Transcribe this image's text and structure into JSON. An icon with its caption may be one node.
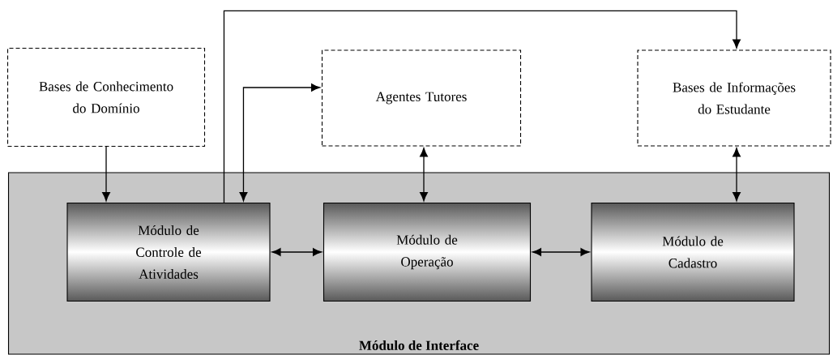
{
  "diagram": {
    "nodes": [
      {
        "text": [
          "Bases de Conhecimento do Domínio"
        ]
      },
      {
        "text": [
          "Agentes Tutores"
        ]
      },
      {
        "text": [
          "Bases de Informações do Estudante"
        ]
      },
      {
        "text": [
          "Módulo de Interface"
        ]
      },
      {
        "text": [
          "Módulo de Controle de Atividades"
        ],
        "in": 3
      },
      {
        "text": [
          "Módulo de Operação"
        ],
        "in": 3
      },
      {
        "text": [
          "Módulo de Cadastro"
        ],
        "in": 3
      }
    ],
    "edges": [
      {
        "from": 0,
        "to": 4,
        "arrow": "to"
      },
      {
        "from": 4,
        "to": 1,
        "arrow": "both"
      },
      {
        "from": 4,
        "to": 2,
        "arrow": "to"
      },
      {
        "from": 1,
        "to": 5,
        "arrow": "both"
      },
      {
        "from": 2,
        "to": 6,
        "arrow": "both"
      },
      {
        "from": 4,
        "to": 5,
        "arrow": "both"
      },
      {
        "from": 5,
        "to": 6,
        "arrow": "both"
      }
    ]
  }
}
